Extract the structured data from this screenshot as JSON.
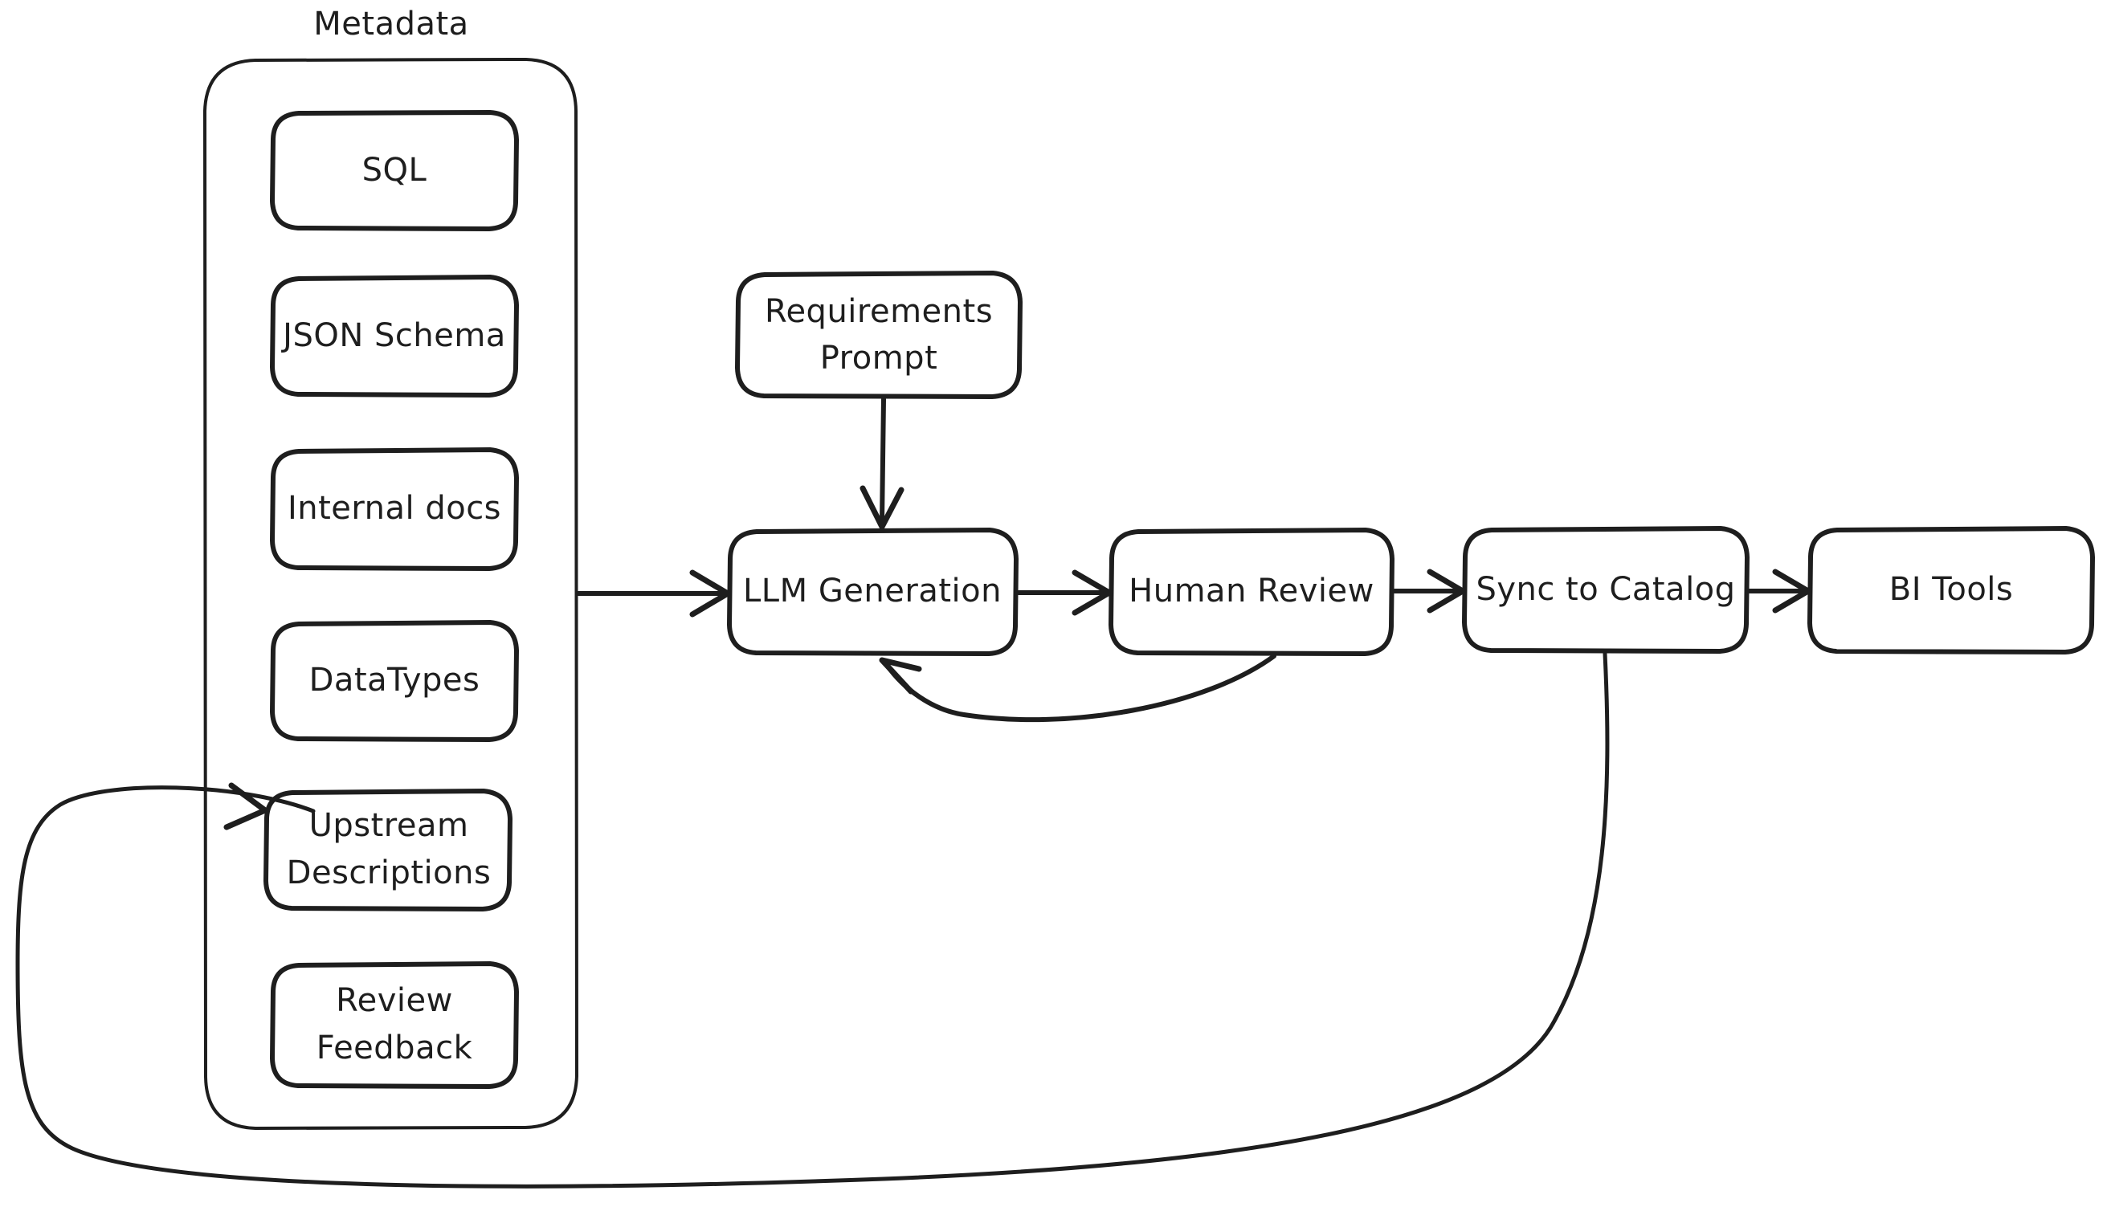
{
  "diagram": {
    "title": "Metadata-driven LLM description generation pipeline",
    "stroke_color": "#1e1e1e",
    "fill_color": "#ffffff",
    "background": "#ffffff",
    "group": {
      "label": "Metadata",
      "items": [
        {
          "id": "sql",
          "label": "SQL"
        },
        {
          "id": "json-schema",
          "label": "JSON Schema"
        },
        {
          "id": "internal-docs",
          "label": "Internal docs"
        },
        {
          "id": "data-types",
          "label": "DataTypes"
        },
        {
          "id": "upstream-descriptions",
          "label_line1": "Upstream",
          "label_line2": "Descriptions"
        },
        {
          "id": "review-feedback",
          "label_line1": "Review",
          "label_line2": "Feedback"
        }
      ]
    },
    "nodes": [
      {
        "id": "requirements-prompt",
        "label_line1": "Requirements",
        "label_line2": "Prompt"
      },
      {
        "id": "llm-generation",
        "label": "LLM Generation"
      },
      {
        "id": "human-review",
        "label": "Human Review"
      },
      {
        "id": "sync-to-catalog",
        "label": "Sync to Catalog"
      },
      {
        "id": "bi-tools",
        "label": "BI Tools"
      }
    ],
    "edges": [
      {
        "from": "metadata",
        "to": "llm-generation",
        "name": "metadata-to-llm-generation"
      },
      {
        "from": "requirements-prompt",
        "to": "llm-generation",
        "name": "requirements-to-llm-generation"
      },
      {
        "from": "llm-generation",
        "to": "human-review",
        "name": "llm-generation-to-human-review"
      },
      {
        "from": "human-review",
        "to": "sync-to-catalog",
        "name": "human-review-to-sync-to-catalog"
      },
      {
        "from": "sync-to-catalog",
        "to": "bi-tools",
        "name": "sync-to-catalog-to-bi-tools"
      },
      {
        "from": "human-review",
        "to": "llm-generation",
        "name": "human-review-feedback-loop"
      },
      {
        "from": "sync-to-catalog",
        "to": "upstream-descriptions",
        "name": "catalog-to-upstream-descriptions-loop"
      }
    ]
  }
}
